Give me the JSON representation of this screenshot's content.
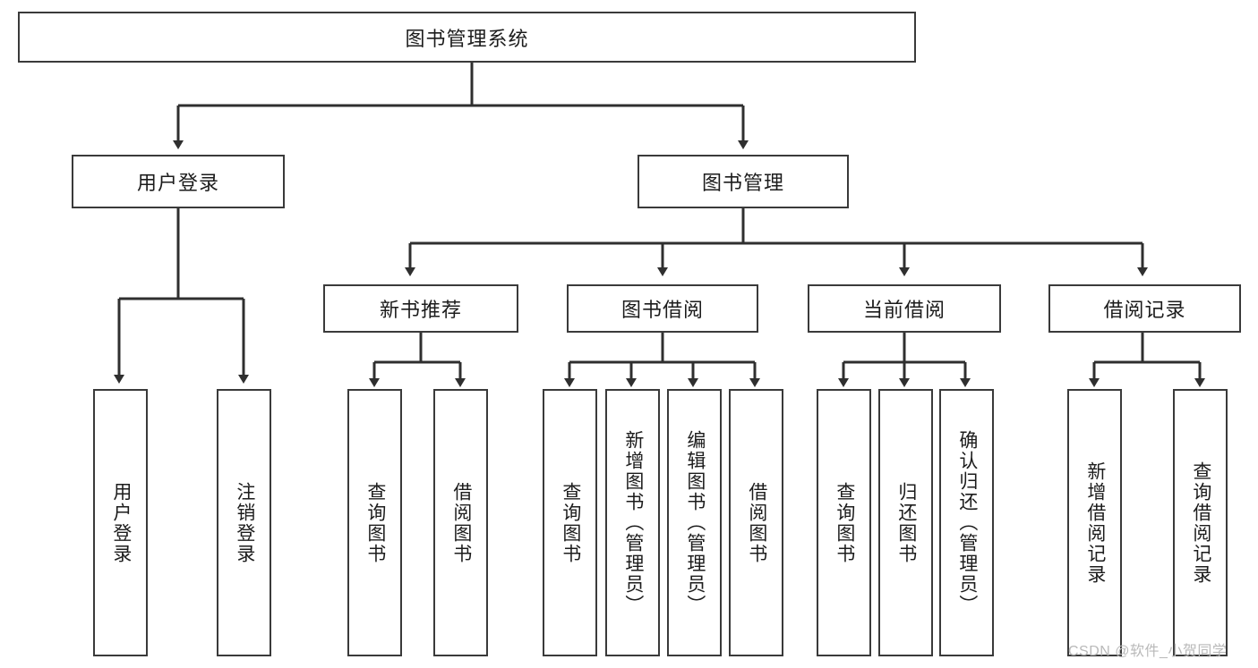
{
  "diagram": {
    "type": "tree",
    "title": "图书管理系统",
    "background_color": "#ffffff",
    "line_color": "#3a3a3a",
    "text_color": "#1c1c1c",
    "nodes": {
      "root": {
        "label": "图书管理系统"
      },
      "l1": [
        {
          "label": "用户登录"
        },
        {
          "label": "图书管理"
        }
      ],
      "l2": [
        {
          "label": "新书推荐"
        },
        {
          "label": "图书借阅"
        },
        {
          "label": "当前借阅"
        },
        {
          "label": "借阅记录"
        }
      ],
      "leaves": [
        {
          "label": "用户登录"
        },
        {
          "label": "注销登录"
        },
        {
          "label": "查询图书"
        },
        {
          "label": "借阅图书"
        },
        {
          "label": "查询图书"
        },
        {
          "label": "新增图书（管理员）"
        },
        {
          "label": "编辑图书（管理员）"
        },
        {
          "label": "借阅图书"
        },
        {
          "label": "查询图书"
        },
        {
          "label": "归还图书"
        },
        {
          "label": "确认归还（管理员）"
        },
        {
          "label": "新增借阅记录"
        },
        {
          "label": "查询借阅记录"
        }
      ]
    }
  },
  "watermark": {
    "text": "CSDN @软件_小贺同学"
  }
}
